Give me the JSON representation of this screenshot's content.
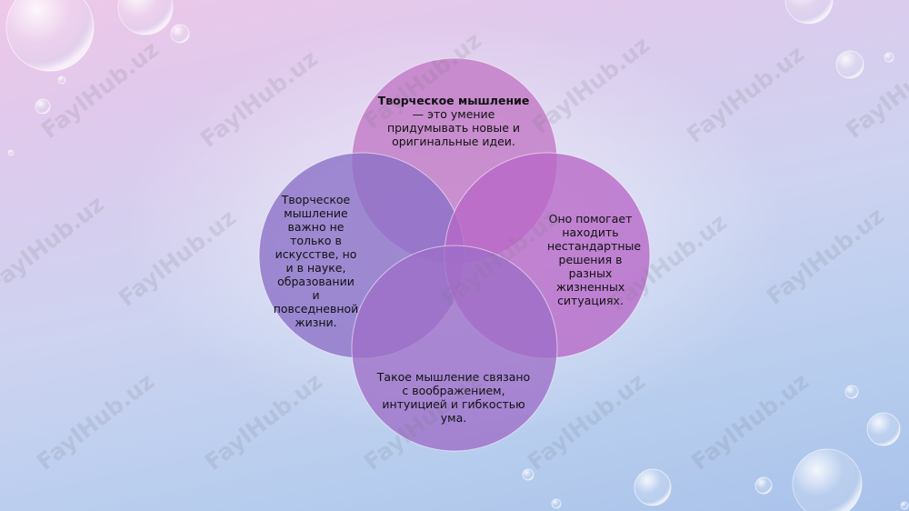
{
  "slide": {
    "background_colors": [
      "#eec8e9",
      "#cdd3f0",
      "#a9c2ea"
    ]
  },
  "venn": {
    "circles": {
      "top": {
        "color": "#c27bc6",
        "bold": "Творческое мышление",
        "rest": " — это умение придумывать новые и оригинальные идеи."
      },
      "left": {
        "color": "#8a70c6",
        "text": "Творческое мышление важно не только в искусстве, но и в науке, образовании и повседневной жизни."
      },
      "right": {
        "color": "#b767c7",
        "text": "Оно помогает находить нестандартные решения в разных жизненных ситуациях."
      },
      "bottom": {
        "color": "#9e6ec8",
        "text": "Такое мышление связано с воображением, интуицией и гибкостью ума."
      }
    }
  },
  "watermark": {
    "text": "FaylHub.uz"
  }
}
